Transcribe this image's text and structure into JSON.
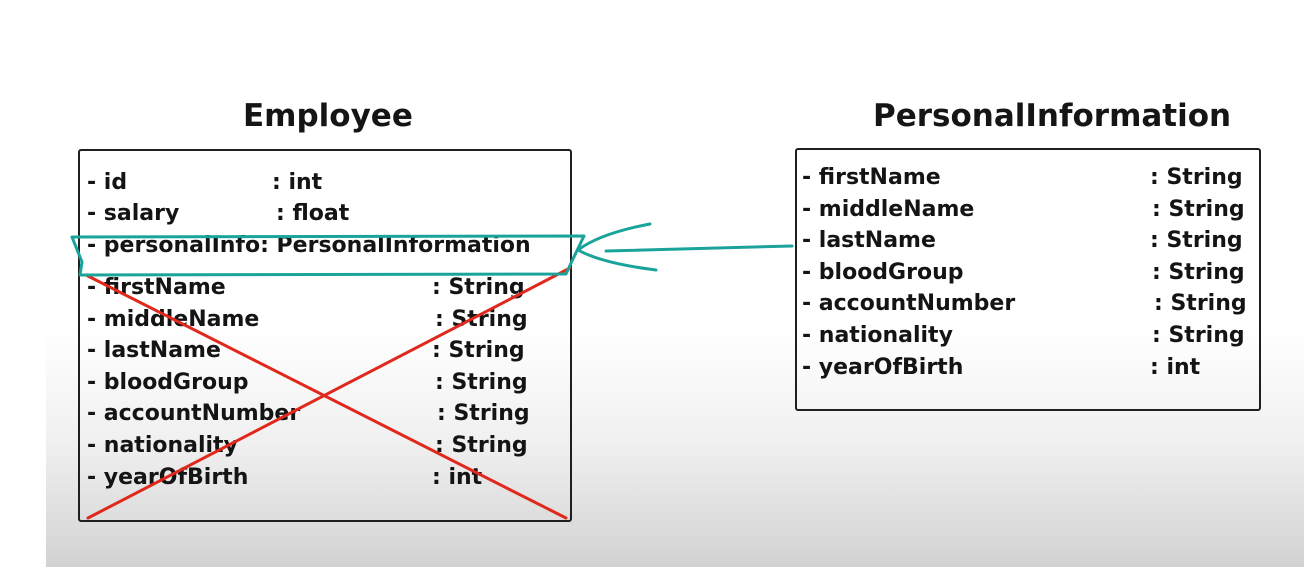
{
  "colors": {
    "highlight": "#1aa39b",
    "strike": "#e0291c",
    "box_border": "#1f1f1f",
    "text": "#141414"
  },
  "employee": {
    "title": "Employee",
    "fields": [
      {
        "name": "- id",
        "type": ": int"
      },
      {
        "name": "- salary",
        "type": ": float"
      },
      {
        "name": "- personalInfo: PersonalInformation",
        "type": ""
      },
      {
        "name": "- firstName",
        "type": ": String"
      },
      {
        "name": "- middleName",
        "type": ": String"
      },
      {
        "name": "- lastName",
        "type": ": String"
      },
      {
        "name": "- bloodGroup",
        "type": ": String"
      },
      {
        "name": "- accountNumber",
        "type": ": String"
      },
      {
        "name": "- nationality",
        "type": ": String"
      },
      {
        "name": "- yearOfBirth",
        "type": ": int"
      }
    ]
  },
  "personal_information": {
    "title": "PersonalInformation",
    "fields": [
      {
        "name": "- firstName",
        "type": ": String"
      },
      {
        "name": "- middleName",
        "type": ": String"
      },
      {
        "name": "- lastName",
        "type": ": String"
      },
      {
        "name": "- bloodGroup",
        "type": ": String"
      },
      {
        "name": "- accountNumber",
        "type": ": String"
      },
      {
        "name": "- nationality",
        "type": ": String"
      },
      {
        "name": "- yearOfBirth",
        "type": ": int"
      }
    ]
  }
}
